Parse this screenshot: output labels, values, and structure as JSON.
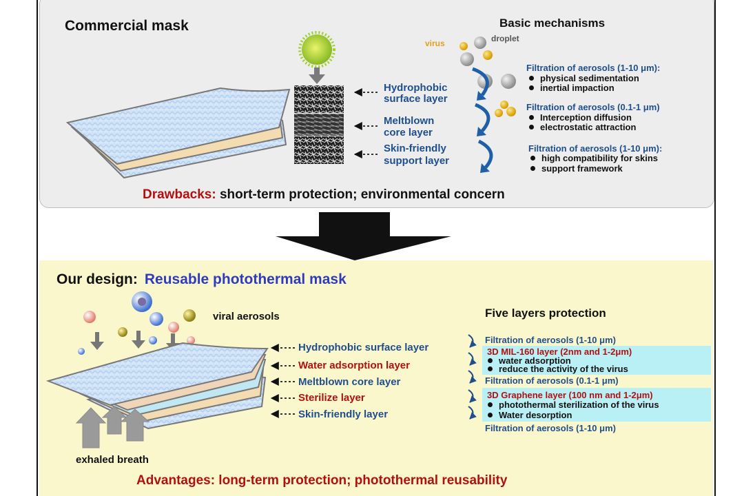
{
  "top": {
    "title": "Commercial mask",
    "mechanisms_title": "Basic mechanisms",
    "virus_label": "virus",
    "droplet_label": "droplet",
    "layers": [
      "Hydrophobic",
      "surface layer",
      "Meltblown",
      "core layer",
      "Skin-friendly",
      "support layer"
    ],
    "mechanisms": [
      {
        "heading": "Filtration of aerosols (1-10 μm):",
        "bullets": [
          "physical sedimentation",
          "inertial impaction"
        ]
      },
      {
        "heading": "Filtration of aerosols (0.1-1 μm)",
        "bullets": [
          "Interception diffusion",
          "electrostatic attraction"
        ]
      },
      {
        "heading": "Filtration of aerosols (1-10 μm):",
        "bullets": [
          "high compatibility  for skins",
          "support  framework"
        ]
      }
    ],
    "drawbacks_label": "Drawbacks:",
    "drawbacks_text": " short-term protection; environmental concern"
  },
  "bottom": {
    "title_prefix": "Our design:",
    "title_main": "Reusable photothermal mask",
    "viral_label": "viral aerosols",
    "breath_label": "exhaled breath",
    "protection_title": "Five layers protection",
    "layers": [
      "Hydrophobic surface layer",
      "Water adsorption layer",
      "Meltblown core layer",
      "Sterilize layer",
      "Skin-friendly layer"
    ],
    "filt1": "Filtration of aerosols (1-10 μm)",
    "mil_title": "3D MIL-160 layer (2nm and 1-2μm)",
    "mil_bullets": [
      "water adsorption",
      "reduce the activity of the virus"
    ],
    "filt2": "Filtration of aerosols (0.1-1 μm)",
    "gr_title": "3D Graphene layer (100 nm and 1-2μm)",
    "gr_bullets": [
      "photothermal sterilization of the virus",
      "Water desorption"
    ],
    "filt3": "Filtration of aerosols (1-10 μm)",
    "adv_label": "Advantages:",
    "adv_text": " long-term protection; photothermal reusability"
  },
  "colors": {
    "blue_text": "#1f4e8c",
    "red_text": "#b01010",
    "title_blue": "#2e3bbd",
    "top_panel": "#ededed",
    "bottom_panel": "#fbf7cc",
    "box": "#b9f0f5"
  }
}
